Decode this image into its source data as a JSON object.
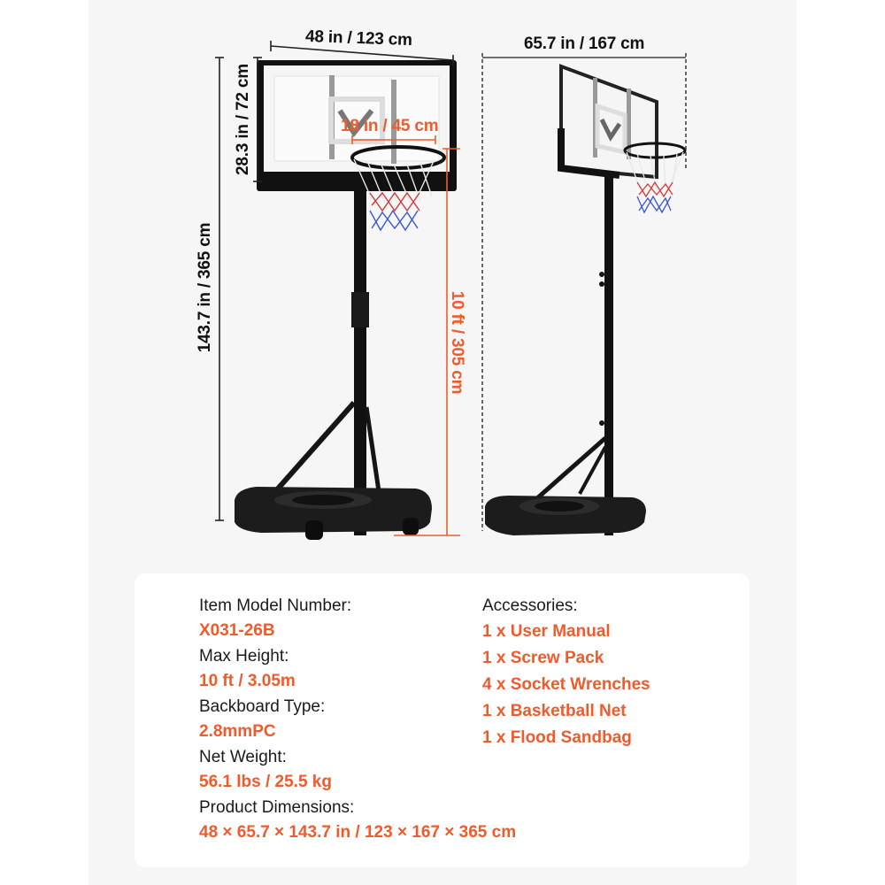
{
  "colors": {
    "accent": "#f15a2b",
    "text": "#1a1a1a",
    "panel_bg": "#f6f6f6",
    "card_bg": "#ffffff"
  },
  "dimensions": {
    "left_view": {
      "backboard_width": "48 in / 123 cm",
      "backboard_height": "28.3 in / 72 cm",
      "total_height": "143.7 in / 365 cm",
      "rim_diameter": "18 in / 45 cm",
      "rim_height": "10 ft / 305 cm"
    },
    "right_view": {
      "depth": "65.7 in / 167 cm"
    }
  },
  "specs": {
    "items": [
      {
        "label": "Item Model Number:",
        "value": "X031-26B"
      },
      {
        "label": "Max Height:",
        "value": "10 ft / 3.05m"
      },
      {
        "label": "Backboard Type:",
        "value": "2.8mmPC"
      },
      {
        "label": "Net Weight:",
        "value": "56.1 lbs / 25.5 kg"
      },
      {
        "label": "Product Dimensions:",
        "value": "48 × 65.7 × 143.7 in / 123 × 167 × 365 cm"
      }
    ]
  },
  "accessories": {
    "label": "Accessories:",
    "items": [
      "1 x User Manual",
      "1 x Screw Pack",
      "4 x Socket Wrenches",
      "1 x Basketball Net",
      "1 x Flood Sandbag"
    ]
  }
}
